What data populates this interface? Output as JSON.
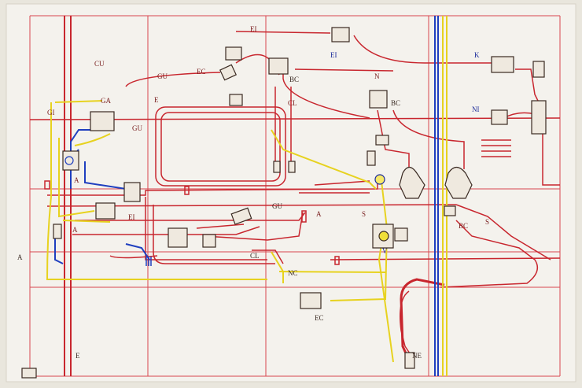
{
  "colors": {
    "paper": "#f3f1ec",
    "red_wire": "#c8262e",
    "blue_wire": "#1f3fbf",
    "yellow_wire": "#e7d21f",
    "ink": "#3a2a22"
  },
  "labels": {
    "top_ei": "EI",
    "ei_center": "EI",
    "k_top": "K",
    "cu_left": "CU",
    "gu_left": "GU",
    "ec_top": "EC",
    "bc_top": "BC",
    "n_mid": "N",
    "e_small": "E",
    "cl_mid": "CL",
    "bc_right": "BC",
    "ni_right": "NI",
    "gi_left": "GI",
    "ga_left": "GA",
    "gu_small": "GU",
    "ei_lower": "EI",
    "a_left": "A",
    "gu_center": "GU",
    "a_center": "A",
    "s_mid": "S",
    "bc_lower": "BC",
    "s_right": "S",
    "a_edge": "A",
    "cl_lower": "CL",
    "nc_lower": "NC",
    "ec_bottom": "EC",
    "ne_bottom": "NE",
    "e_bottom": "E",
    "v_mark": "V",
    "a_side": "A"
  }
}
